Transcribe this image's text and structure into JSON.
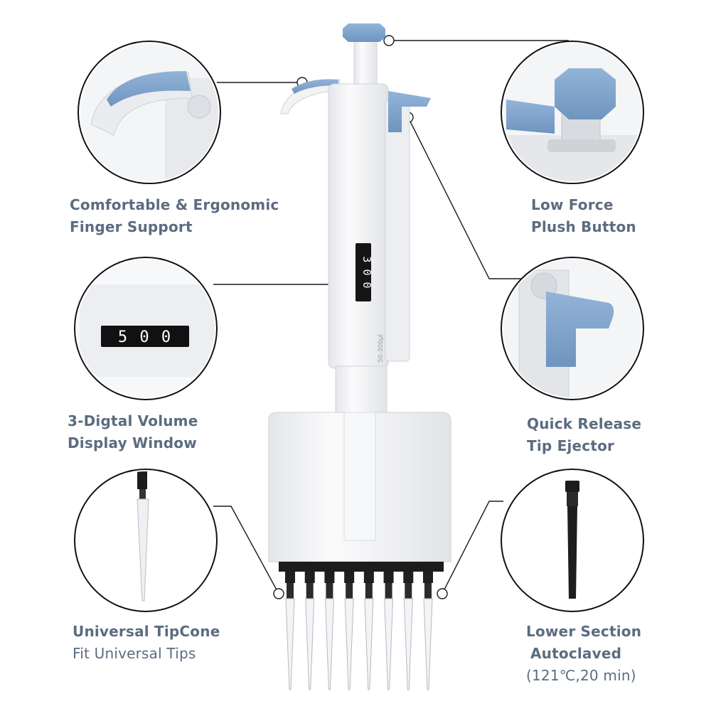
{
  "features": {
    "finger_support": {
      "line1": "Comfortable & Ergonomic",
      "line2": "Finger Support"
    },
    "push_button": {
      "line1": "Low Force",
      "line2": "Plush Button"
    },
    "display_window": {
      "line1": "3-Digtal Volume",
      "line2": "Display Window"
    },
    "tip_ejector": {
      "line1": "Quick Release",
      "line2": "Tip Ejector"
    },
    "tipcone": {
      "line1": "Universal TipCone",
      "line2": "Fit Universal Tips"
    },
    "lower_section": {
      "line1": "Lower Section",
      "line2": "Autoclaved",
      "line3": "(121℃,20 min)"
    }
  },
  "pipette": {
    "display_value": "3 0 0",
    "range_label": "50-300μl",
    "channels": 8
  },
  "detail_display": {
    "value": "5 0 0"
  },
  "colors": {
    "accent_blue": "#7fa3cb",
    "body_white": "#f1f2f4",
    "caption_text": "#5b6c80",
    "circle_stroke": "#111111"
  }
}
